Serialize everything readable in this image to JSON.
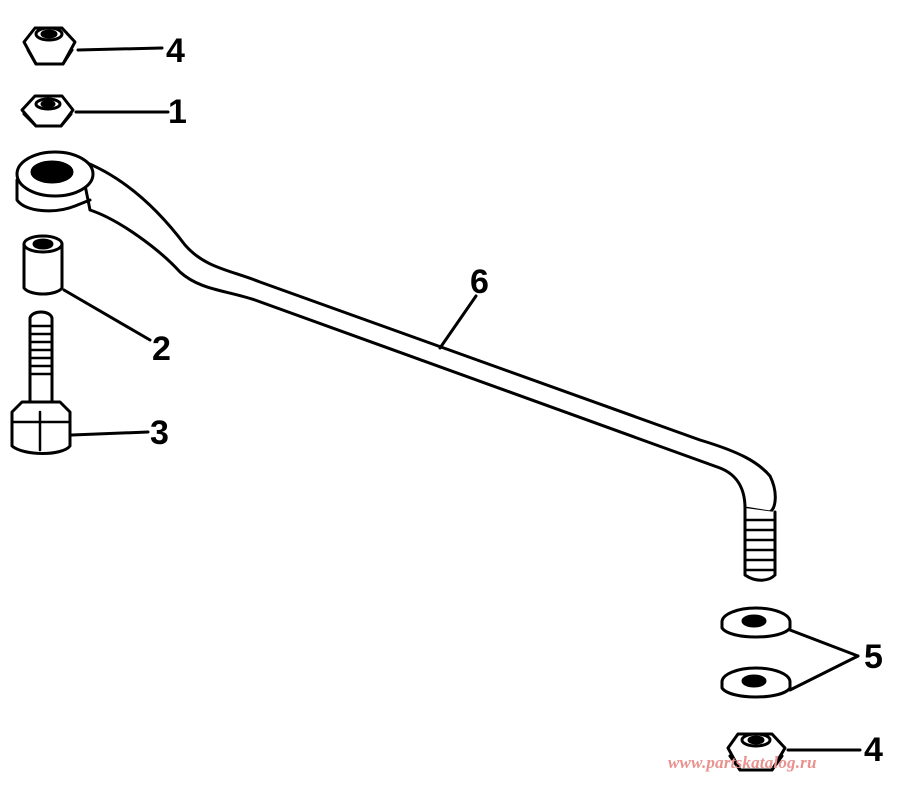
{
  "callouts": {
    "c4_top": "4",
    "c1": "1",
    "c2": "2",
    "c3": "3",
    "c6": "6",
    "c5": "5",
    "c4_bottom": "4"
  },
  "watermark": "www.partskatalog.ru",
  "colors": {
    "ink": "#000000",
    "paper": "#ffffff",
    "watermark": "#e8928f"
  }
}
